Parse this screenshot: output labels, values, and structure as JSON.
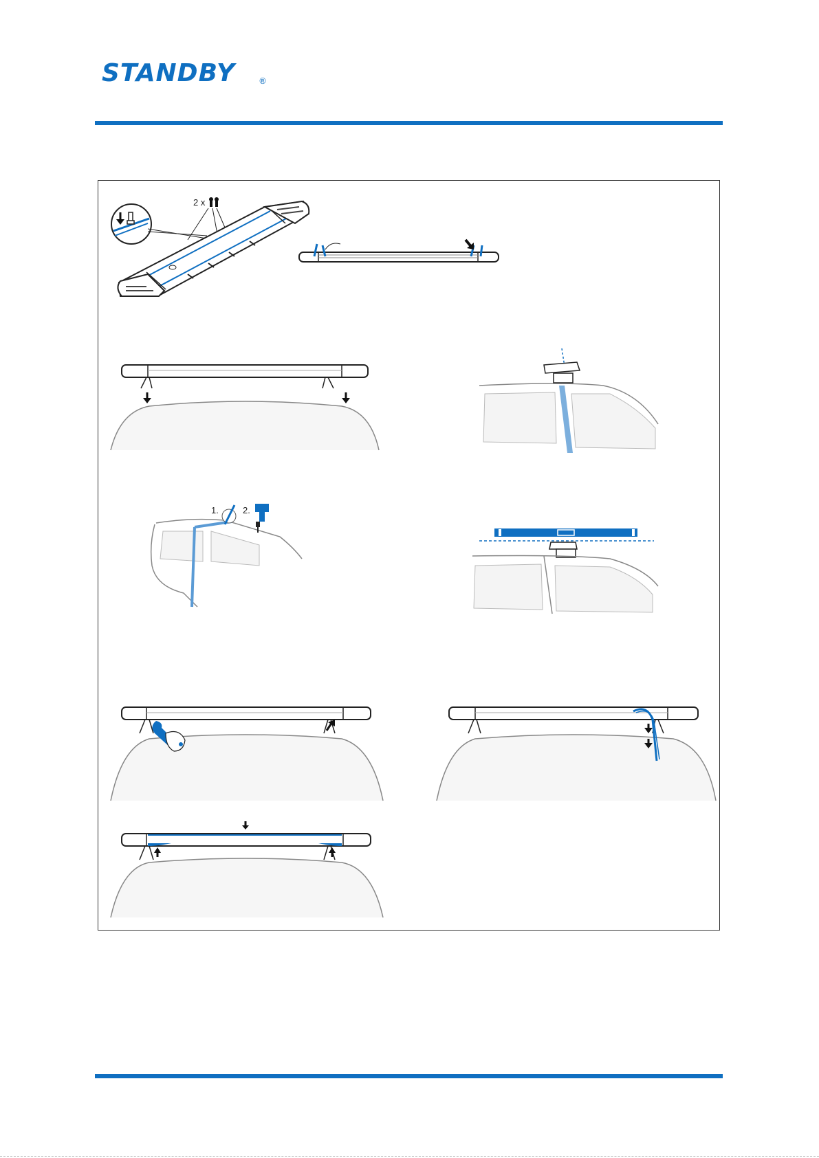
{
  "brand": {
    "name": "STANDBY",
    "registered": "®",
    "color": "#0f6fc1"
  },
  "figures": {
    "bolt_count_label": "2 x",
    "drill_step_1": "1.",
    "drill_step_2": "2."
  },
  "icons": [
    "bolt-icon",
    "arrow-down-icon",
    "arrow-up-icon",
    "wrench-icon",
    "drill-icon",
    "knife-icon",
    "spirit-level-icon",
    "cable-icon"
  ]
}
